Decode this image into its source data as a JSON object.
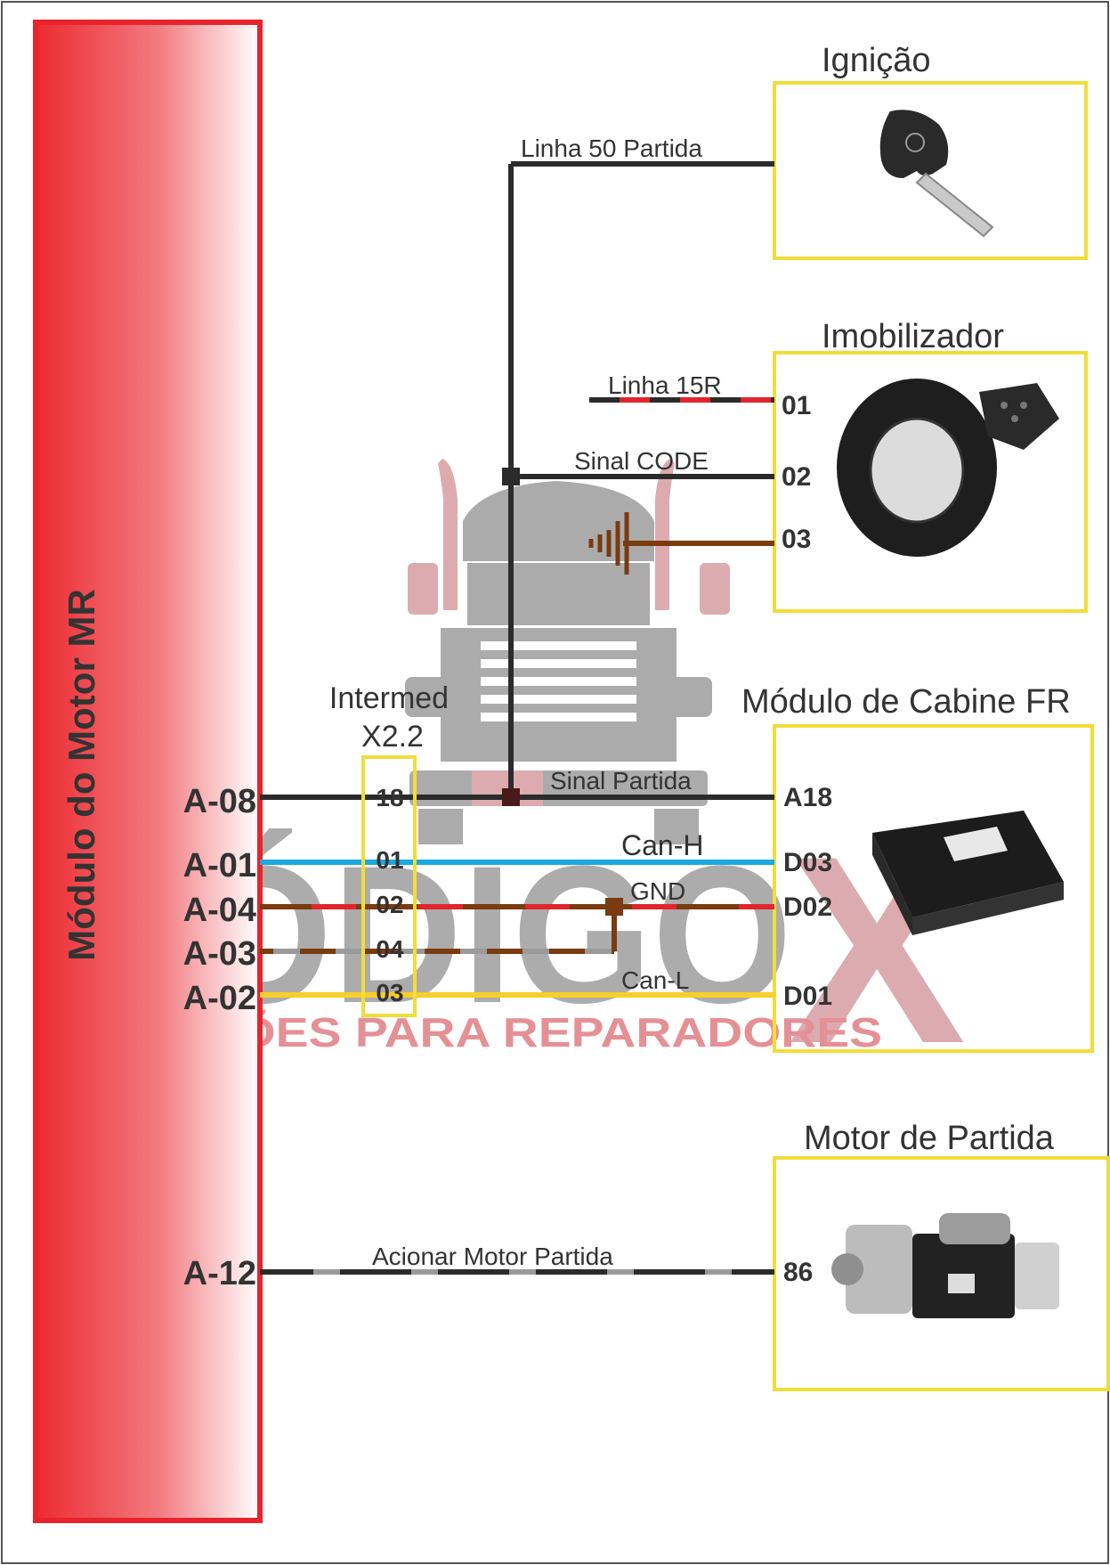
{
  "ecu": {
    "label": "Módulo do Motor MR"
  },
  "pins": {
    "a08": "A-08",
    "a01": "A-01",
    "a04": "A-04",
    "a03": "A-03",
    "a02": "A-02",
    "a12": "A-12"
  },
  "connector": {
    "title_line1": "Intermed",
    "title_line2": "X2.2",
    "pin_18": "18",
    "pin_01": "01",
    "pin_02": "02",
    "pin_04": "04",
    "pin_03": "03"
  },
  "ignition": {
    "title": "Ignição",
    "line_label": "Linha 50 Partida"
  },
  "immobilizer": {
    "title": "Imobilizador",
    "pin_01": "01",
    "pin_02": "02",
    "pin_03": "03",
    "line15r_label": "Linha 15R",
    "code_label": "Sinal CODE"
  },
  "cab_module": {
    "title": "Módulo de Cabine FR",
    "pin_a18": "A18",
    "pin_d03": "D03",
    "pin_d02": "D02",
    "pin_d01": "D01",
    "signal_label": "Sinal Partida",
    "canh_label": "Can-H",
    "gnd_label": "GND",
    "canl_label": "Can-L"
  },
  "starter": {
    "title": "Motor de Partida",
    "pin_86": "86",
    "line_label": "Acionar Motor Partida"
  },
  "watermark": {
    "brand": "CÓDIGO",
    "brand_x": "X",
    "tagline": "SOLUÇÕES PARA REPARADORES"
  },
  "colors": {
    "ecu_red": "#ee2a2e",
    "box_yellow": "#f0dd3a",
    "wire_black": "#2b2b2b",
    "wire_blue": "#1aa9e0",
    "wire_brown": "#7a3b10",
    "wire_red": "#e0252d",
    "wire_yellow": "#f6cf2a",
    "wire_gray": "#9a9a9a"
  }
}
